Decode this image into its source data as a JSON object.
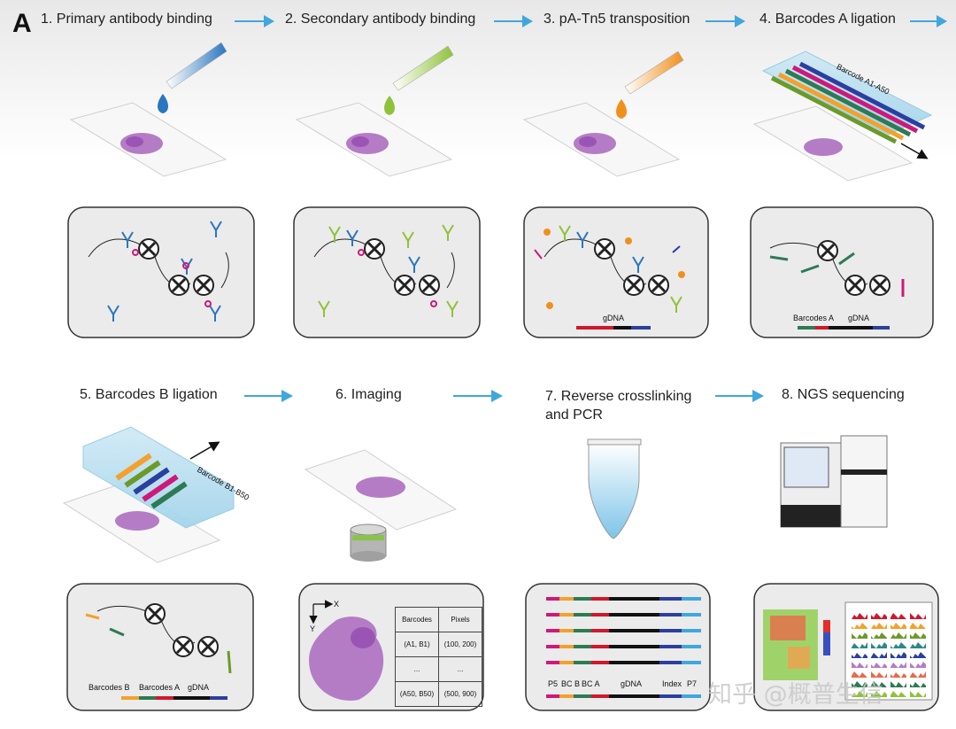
{
  "panel_letter": "A",
  "steps": [
    {
      "label": "1. Primary antibody binding"
    },
    {
      "label": "2. Secondary antibody binding"
    },
    {
      "label": "3. pA-Tn5 transposition"
    },
    {
      "label": "4. Barcodes A ligation"
    },
    {
      "label": "5. Barcodes B ligation"
    },
    {
      "label": "6. Imaging"
    },
    {
      "label": "7. Reverse crosslinking and PCR"
    },
    {
      "label": "8. NGS sequencing"
    }
  ],
  "annotations": {
    "barcode_a_range": "Barcode A1-A50",
    "barcode_b_range": "Barcode B1-B50",
    "gdna_step3": "gDNA",
    "barcodes_a_step4": "Barcodes A",
    "gdna_step4": "gDNA",
    "barcodes_b_step5": "Barcodes B",
    "barcodes_a_step5": "Barcodes A",
    "gdna_step5": "gDNA",
    "axis_x": "X",
    "axis_y": "Y",
    "p5": "P5",
    "bc_b": "BC B",
    "bc_a": "BC A",
    "gdna_step7": "gDNA",
    "index": "Index",
    "p7": "P7"
  },
  "mapping_table": {
    "headers": [
      "Barcodes",
      "Pixels"
    ],
    "rows": [
      [
        "(A1, B1)",
        "(100, 200)"
      ],
      [
        "...",
        "..."
      ],
      [
        "(A50, B50)",
        "(500, 900)"
      ]
    ]
  },
  "watermark": "知乎 @概普生信",
  "colors": {
    "arrow": "#3fa7dd",
    "drop_primary": "#2a76c0",
    "drop_secondary": "#8fc23a",
    "drop_tn5": "#f0901c",
    "barcode_colors": [
      "#f3a12a",
      "#6c9a2a",
      "#2a8a8a",
      "#2b3fa0",
      "#d0187a",
      "#2e7a55"
    ]
  }
}
